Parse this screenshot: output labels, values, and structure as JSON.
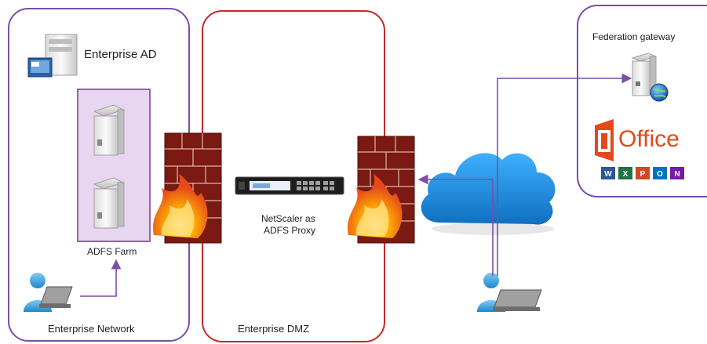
{
  "labels": {
    "enterprise_ad": "Enterprise AD",
    "adfs_farm": "ADFS Farm",
    "enterprise_network": "Enterprise Network",
    "enterprise_dmz": "Enterprise DMZ",
    "netscaler_line1": "NetScaler as",
    "netscaler_line2": "ADFS Proxy",
    "federation_gateway": "Federation gateway",
    "office": "Office"
  },
  "office_app_letters": [
    "W",
    "X",
    "P",
    "O",
    "N"
  ],
  "colors": {
    "network_zone": "#7b4fa6",
    "dmz_zone": "#c62828",
    "adfs_farm_fill": "#e8d5ef",
    "connector": "#7b4fa6",
    "office_red": "#e2491c",
    "cloud_blue": "#1e88d6"
  }
}
